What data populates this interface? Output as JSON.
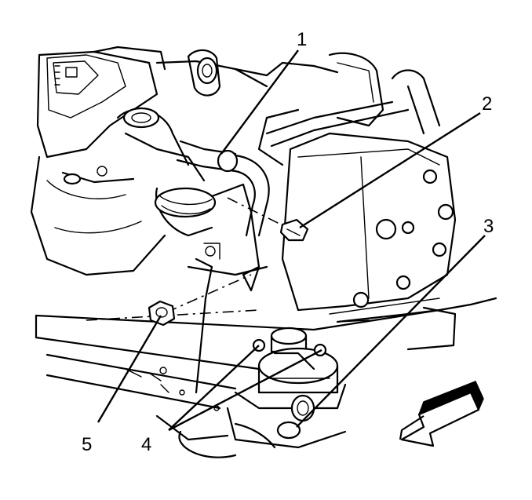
{
  "diagram": {
    "callouts": [
      {
        "id": "1",
        "label": "1"
      },
      {
        "id": "2",
        "label": "2"
      },
      {
        "id": "3",
        "label": "3"
      },
      {
        "id": "4",
        "label": "4"
      },
      {
        "id": "5",
        "label": "5"
      }
    ],
    "icons": {
      "direction_arrow": "front-direction-arrow-icon"
    }
  }
}
